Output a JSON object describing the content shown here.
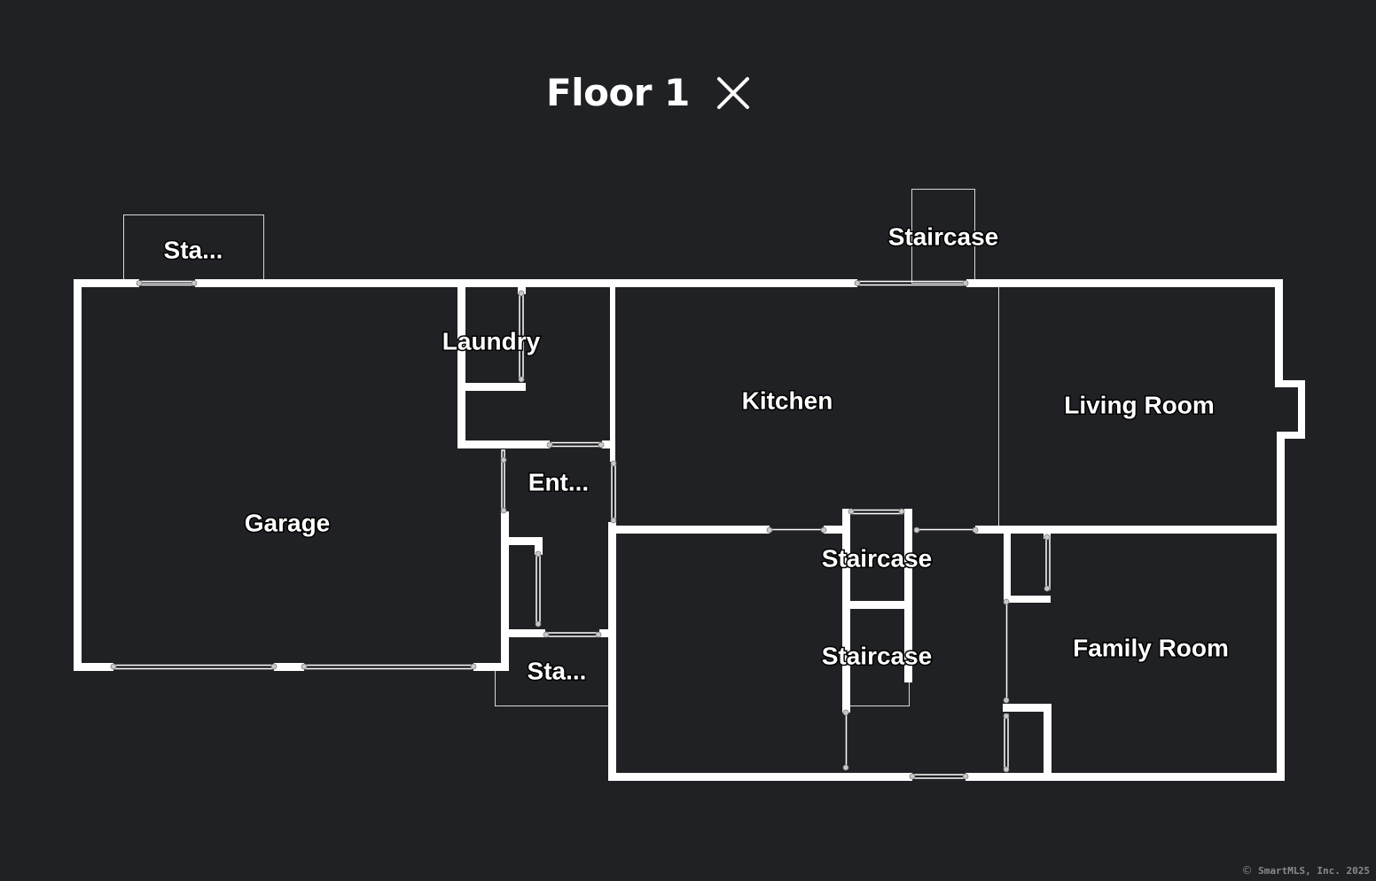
{
  "header": {
    "title": "Floor 1",
    "close_icon": "close-icon"
  },
  "floorplan": {
    "colors": {
      "background": "#202124",
      "wall": "#ffffff",
      "label_fill": "#ffffff",
      "label_stroke": "#000000",
      "door_node": "#c8c8c8"
    },
    "rooms": [
      {
        "id": "staircase-top-left",
        "label": "Sta..."
      },
      {
        "id": "staircase-top",
        "label": "Staircase"
      },
      {
        "id": "laundry",
        "label": "Laundry"
      },
      {
        "id": "kitchen",
        "label": "Kitchen"
      },
      {
        "id": "living-room",
        "label": "Living Room"
      },
      {
        "id": "entry",
        "label": "Ent..."
      },
      {
        "id": "garage",
        "label": "Garage"
      },
      {
        "id": "staircase-middle",
        "label": "Staircase"
      },
      {
        "id": "staircase-lower",
        "label": "Staircase"
      },
      {
        "id": "family-room",
        "label": "Family Room"
      },
      {
        "id": "staircase-bottom-left",
        "label": "Sta..."
      }
    ]
  },
  "footer": {
    "copyright_symbol": "©",
    "copyright": "SmartMLS, Inc.  2025"
  }
}
